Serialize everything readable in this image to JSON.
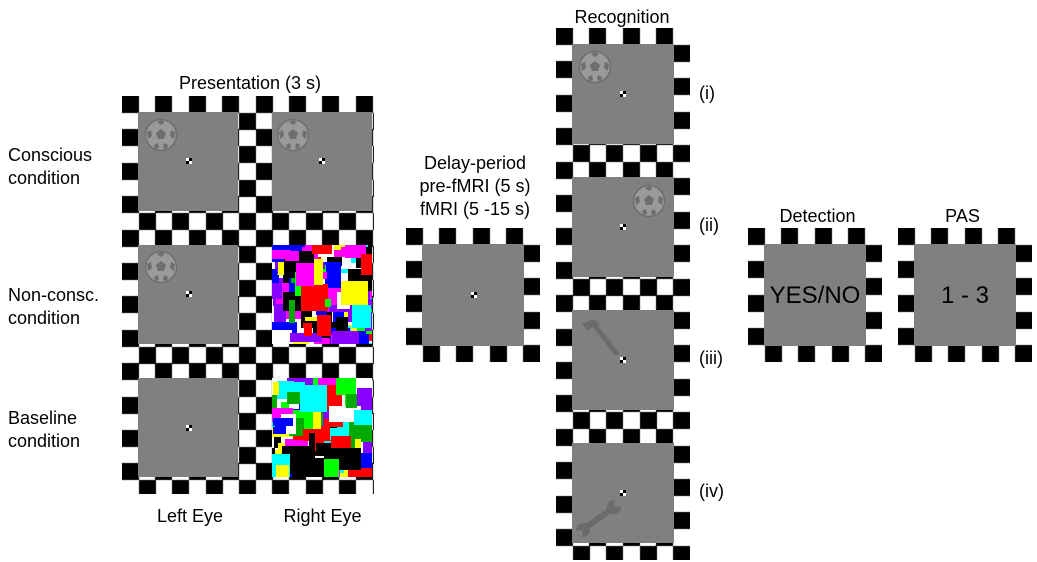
{
  "presentation": {
    "title": "Presentation (3 s)",
    "rows": [
      {
        "label": "Conscious\ncondition"
      },
      {
        "label": "Non-consc.\ncondition"
      },
      {
        "label": "Baseline\ncondition"
      }
    ],
    "eyes": [
      "Left Eye",
      "Right Eye"
    ]
  },
  "delay": {
    "title": "Delay-period\npre-fMRI (5 s)\nfMRI (5 -15 s)"
  },
  "recognition": {
    "title": "Recognition",
    "options": [
      "(i)",
      "(ii)",
      "(iii)",
      "(iv)"
    ]
  },
  "detection": {
    "title": "Detection",
    "box_text": "YES/NO"
  },
  "pas": {
    "title": "PAS",
    "box_text": "1 - 3"
  },
  "colors": {
    "gray": "#808080",
    "checker_dark": "#000000",
    "checker_light": "#ffffff",
    "mondrian": [
      "#ff00ff",
      "#00ff00",
      "#0000ff",
      "#00ffff",
      "#ffff00",
      "#ff0000",
      "#000000",
      "#ffffff",
      "#00aa00",
      "#8800ff"
    ]
  },
  "icons": [
    "soccer-ball-icon",
    "hammer-icon",
    "wrench-icon",
    "fixation-cross-icon"
  ]
}
